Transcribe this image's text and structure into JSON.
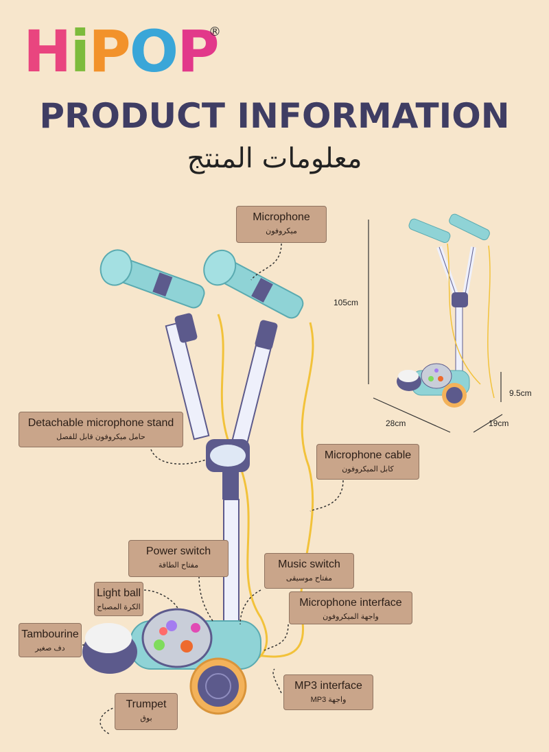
{
  "brand": {
    "letters": [
      {
        "char": "H",
        "color": "#e9457f"
      },
      {
        "char": "i",
        "color": "#7dbb3c"
      },
      {
        "char": "P",
        "color": "#f2922b"
      },
      {
        "char": "O",
        "color": "#3aa6d8"
      },
      {
        "char": "P",
        "color": "#e2388a"
      }
    ],
    "registered": "®"
  },
  "title_en": "PRODUCT INFORMATION",
  "title_ar": "معلومات المنتج",
  "callouts": {
    "microphone": {
      "en": "Microphone",
      "ar": "ميكروفون"
    },
    "stand": {
      "en": "Detachable microphone stand",
      "ar": "حامل ميكروفون قابل للفصل"
    },
    "cable": {
      "en": "Microphone cable",
      "ar": "كابل الميكروفون"
    },
    "power": {
      "en": "Power switch",
      "ar": "مفتاح الطاقة"
    },
    "music": {
      "en": "Music switch",
      "ar": "مفتاح موسيقى"
    },
    "light": {
      "en": "Light ball",
      "ar": "الكرة المصباح"
    },
    "mic_interface": {
      "en": "Microphone interface",
      "ar": "واجهة الميكروفون"
    },
    "tambourine": {
      "en": "Tambourine",
      "ar": "دف صغير"
    },
    "mp3": {
      "en": "MP3 interface",
      "ar": "واجهة MP3"
    },
    "trumpet": {
      "en": "Trumpet",
      "ar": "بوق"
    }
  },
  "dimensions": {
    "height": "105cm",
    "width": "28cm",
    "depth": "19cm",
    "base_height": "9.5cm"
  },
  "colors": {
    "background": "#f7e6cc",
    "callout_fill": "#c9a58a",
    "title": "#3f3d63",
    "mic_body": "#8fd3d6",
    "stand_accent": "#5c5a8c",
    "cable": "#f2c23a"
  }
}
